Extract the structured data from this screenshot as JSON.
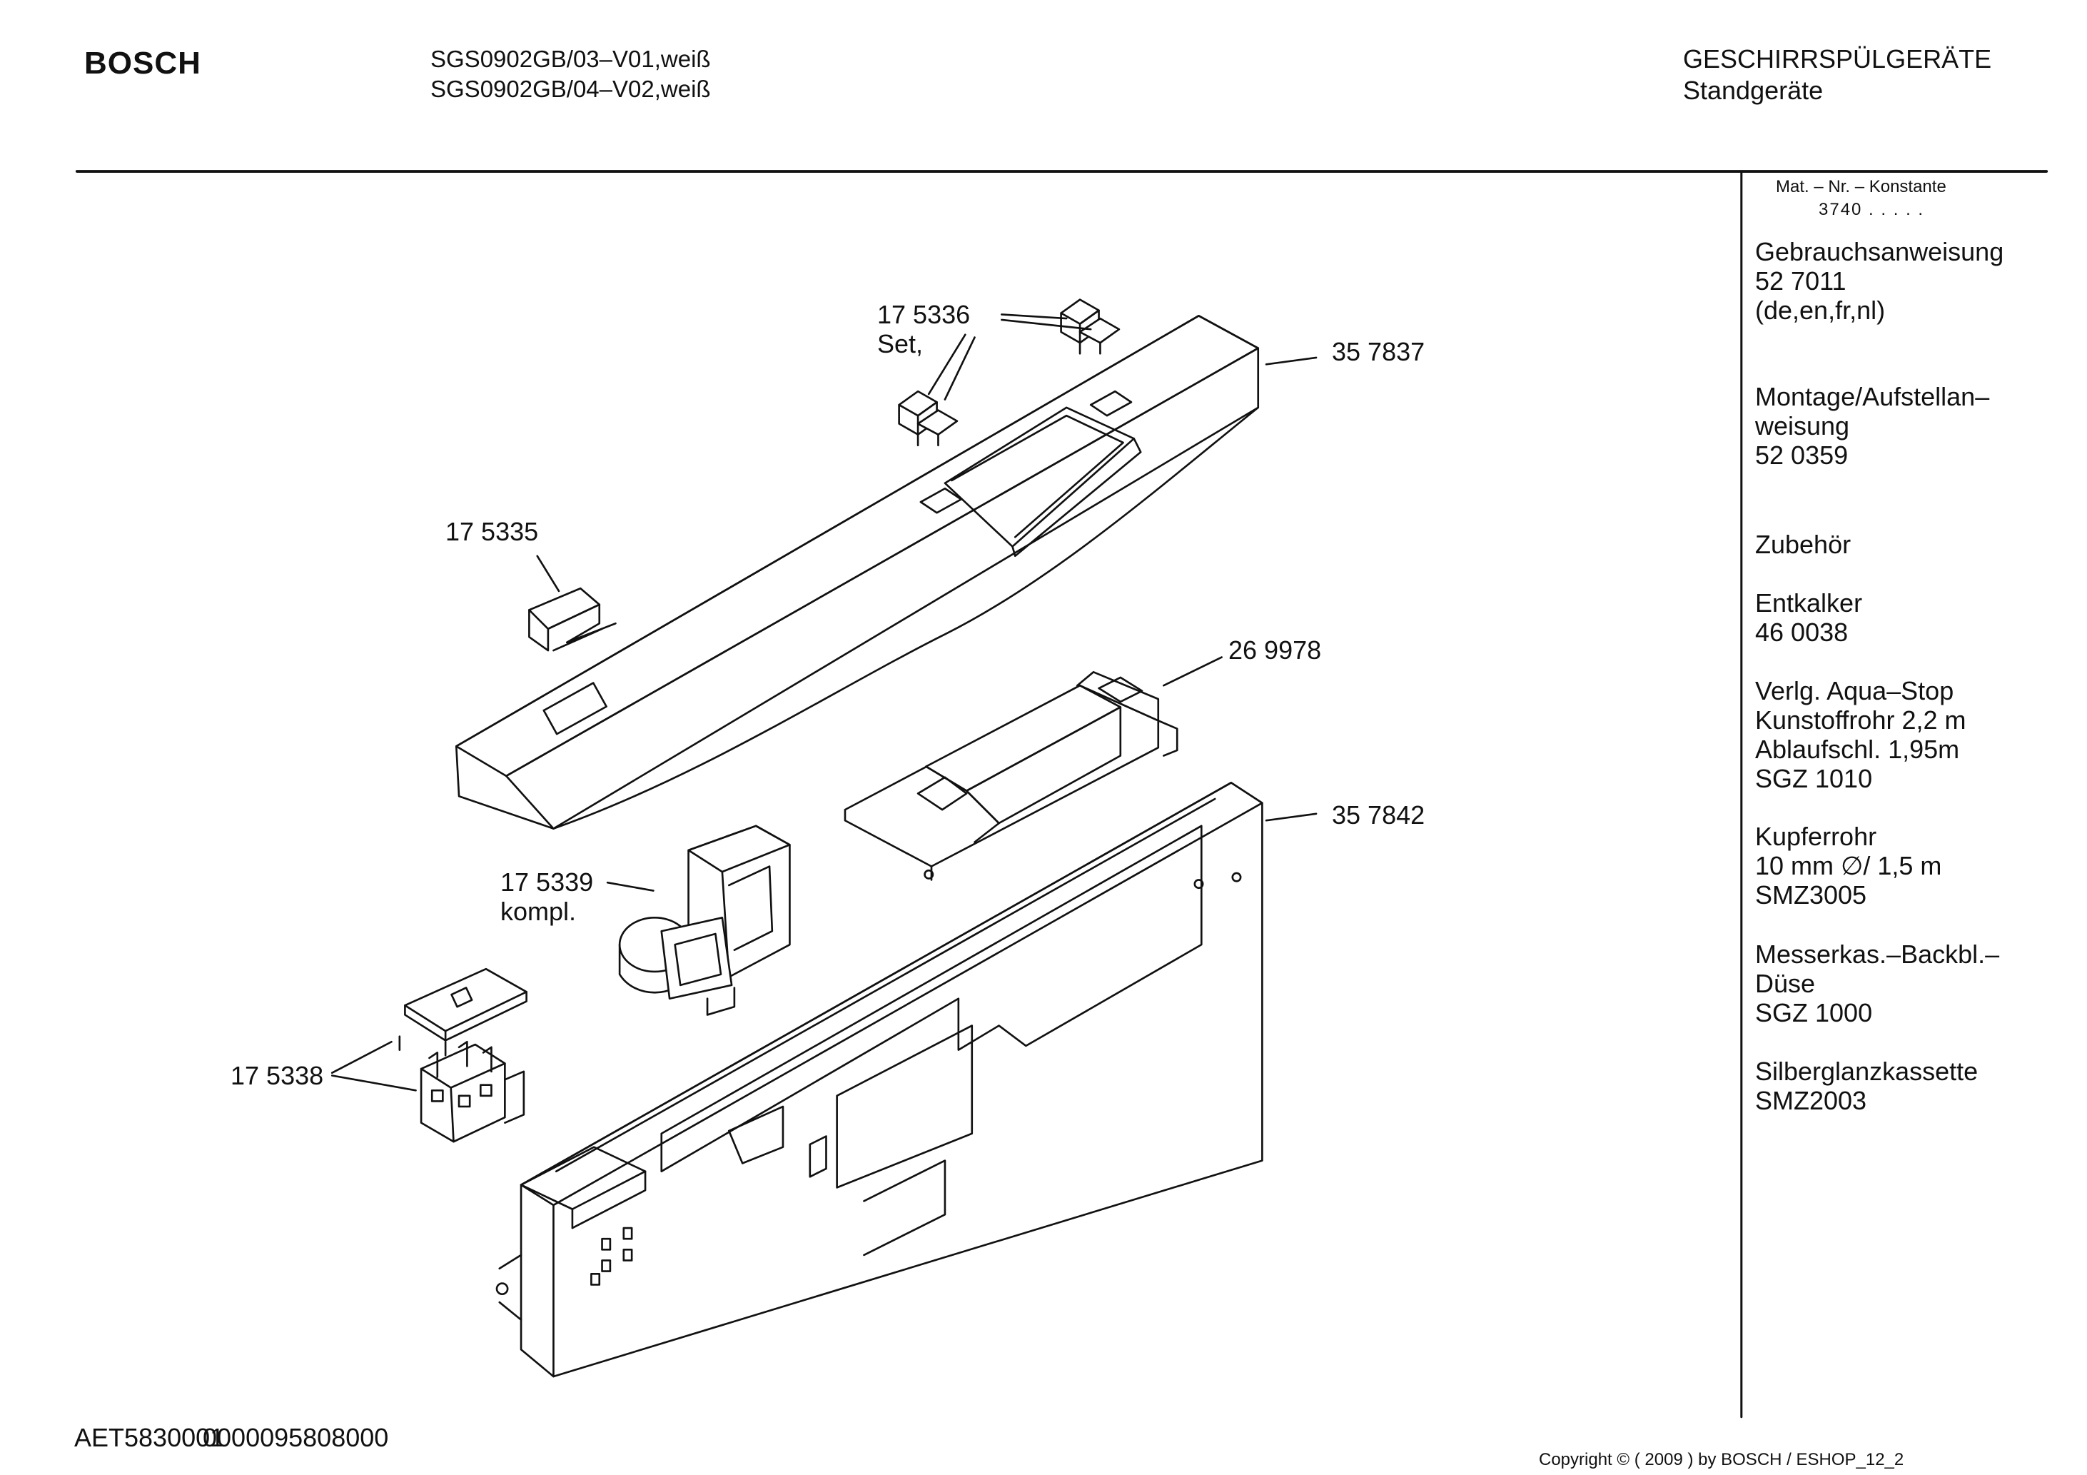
{
  "header": {
    "brand": "BOSCH",
    "models": [
      "SGS0902GB/03–V01,weiß",
      "SGS0902GB/04–V02,weiß"
    ],
    "category": "GESCHIRRSPÜLGERÄTE",
    "subcategory": "Standgeräte"
  },
  "side_panel": {
    "material_label": "Mat. – Nr. – Konstante",
    "material_value": "3740  .  .  .  .  .",
    "blocks": [
      "Gebrauchsanweisung\n52 7011\n(de,en,fr,nl)",
      "Montage/Aufstellan–\nweisung\n52 0359",
      "Zubehör",
      "Entkalker\n46 0038",
      "Verlg. Aqua–Stop\nKunstoffrohr 2,2 m\nAblaufschl. 1,95m\nSGZ 1010",
      "Kupferrohr\n10 mm ∅/ 1,5 m\nSMZ3005",
      "Messerkas.–Backbl.–\nDüse\nSGZ 1000",
      "Silberglanzkassette\nSMZ2003"
    ]
  },
  "callouts": {
    "c175336": "17 5336",
    "c175336_note": "Set,",
    "c357837": "35 7837",
    "c175335": "17 5335",
    "c269978": "26 9978",
    "c357842": "35 7842",
    "c175339": "17 5339",
    "c175339_note": "kompl.",
    "c175338": "17 5338"
  },
  "footer": {
    "drawing_id": "AET5830001",
    "drawing_id_overprint": "0000095808000",
    "copyright": "Copyright © ( 2009 ) by BOSCH  / ESHOP_12_2"
  }
}
